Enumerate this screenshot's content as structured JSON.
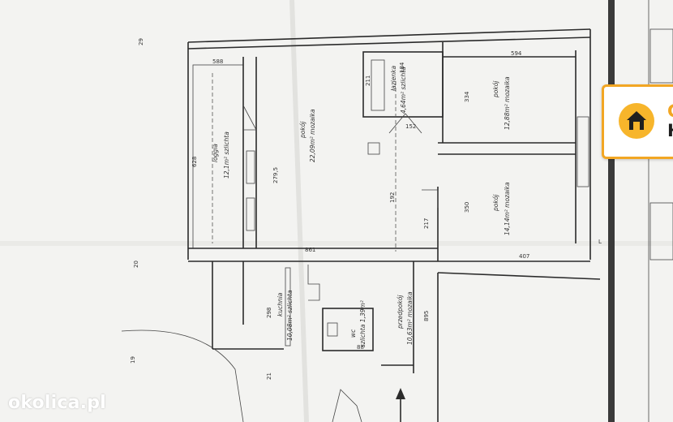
{
  "watermark": {
    "text": "okolica.pl"
  },
  "logo": {
    "letter_top": "G",
    "letter_bottom": "H",
    "icon": "house-icon",
    "accent": "#f2a623",
    "circle": "#f7b52b"
  },
  "rooms": {
    "loggia": {
      "name": "loggia",
      "area": "12,1m² szlichta"
    },
    "pokoj_large": {
      "name": "pokój",
      "area": "22,09m² mozaika"
    },
    "lazienka": {
      "name": "łazienka",
      "area": "4,64m² szlichta"
    },
    "pokoj_top_right": {
      "name": "pokój",
      "area": "12,88m² mozaika"
    },
    "pokoj_right": {
      "name": "pokój",
      "area": "14,14m² mozaika"
    },
    "kuchnia": {
      "name": "kuchnia",
      "area": "10,08m² szlichta"
    },
    "wc": {
      "name": "wc",
      "area": "szlichta 1,39m²"
    },
    "przedpokoj": {
      "name": "przedpokój",
      "area": "10,63m² mozaika"
    }
  },
  "dimensions": [
    "588",
    "594",
    "334",
    "350",
    "217",
    "407",
    "895",
    "628",
    "279,5",
    "861",
    "298",
    "211",
    "184",
    "192",
    "152",
    "88",
    "29",
    "20",
    "19",
    "21",
    "L"
  ]
}
